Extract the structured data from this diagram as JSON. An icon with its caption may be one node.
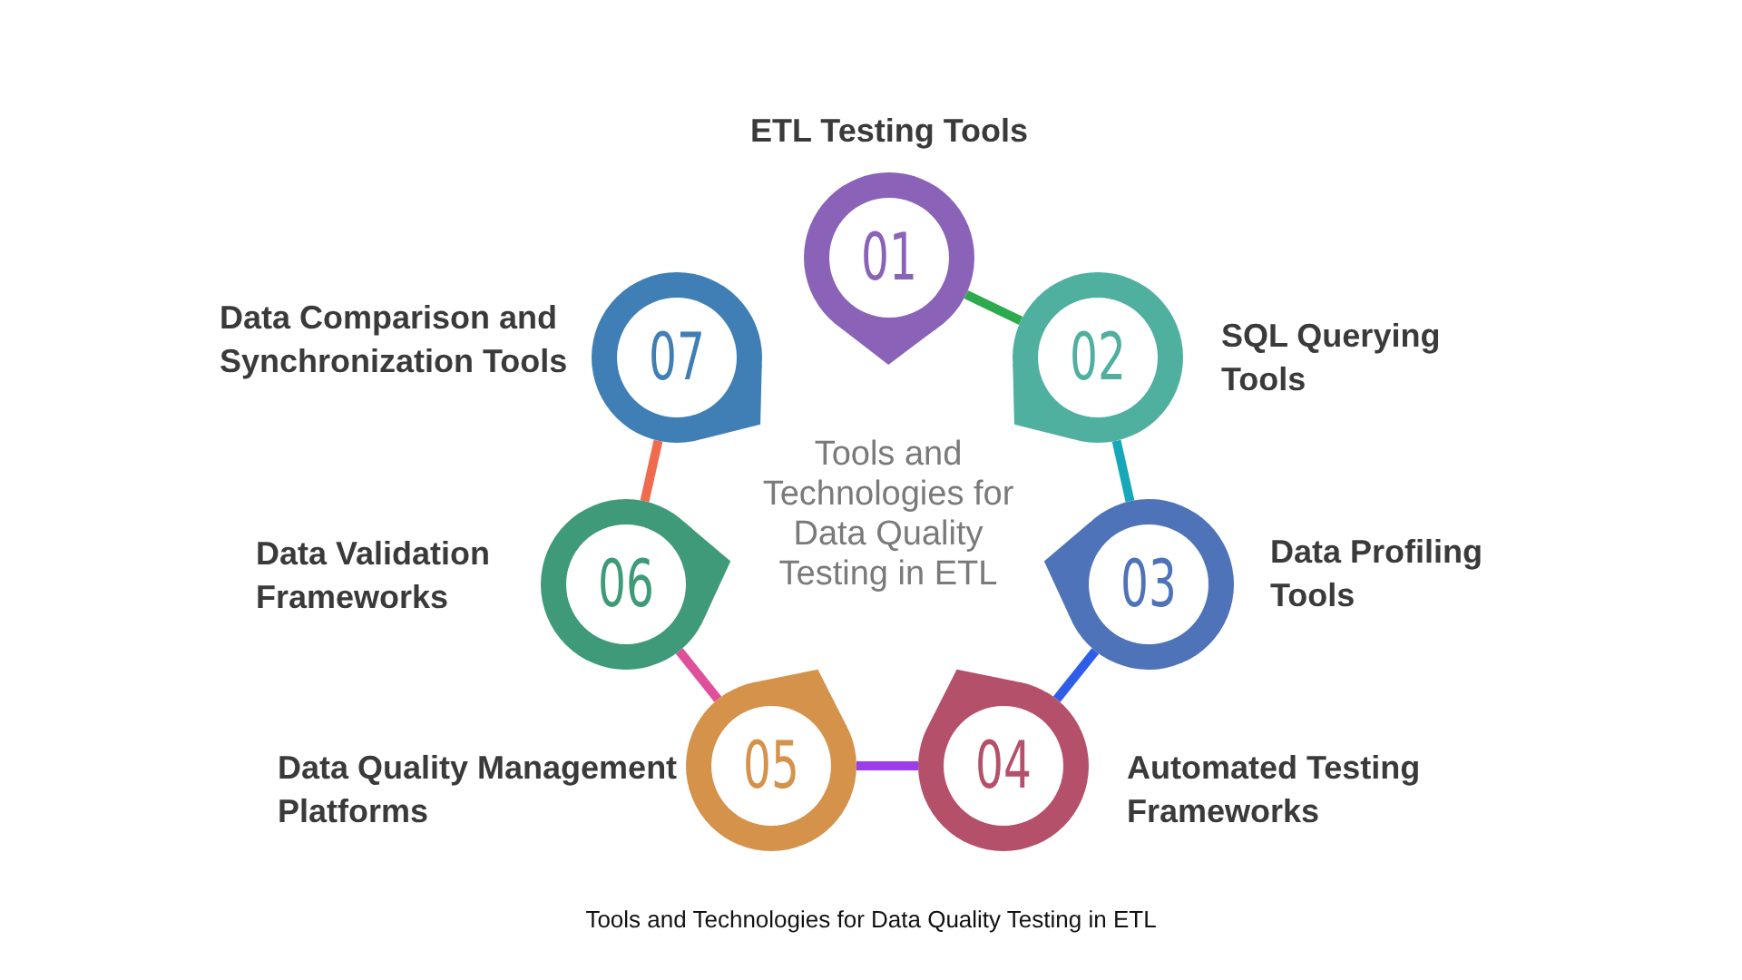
{
  "diagram": {
    "title": "Tools and Technologies for Data Quality Testing in ETL",
    "caption": "Tools and Technologies for Data Quality Testing in ETL",
    "nodes": [
      {
        "text": [
          "01"
        ],
        "beside": [
          "ETL Testing Tools"
        ]
      },
      {
        "text": [
          "02"
        ],
        "beside": [
          "SQL Querying Tools"
        ]
      },
      {
        "text": [
          "03"
        ],
        "beside": [
          "Data Profiling Tools"
        ]
      },
      {
        "text": [
          "04"
        ],
        "beside": [
          "Automated Testing Frameworks"
        ]
      },
      {
        "text": [
          "05"
        ],
        "beside": [
          "Data Quality Management Platforms"
        ]
      },
      {
        "text": [
          "06"
        ],
        "beside": [
          "Data Validation Frameworks"
        ]
      },
      {
        "text": [
          "07"
        ],
        "beside": [
          "Data Comparison and Synchronization Tools"
        ]
      }
    ],
    "edges": [
      {
        "from": 0,
        "to": 1,
        "arrow": "none",
        "color": "#2eaa4e"
      },
      {
        "from": 1,
        "to": 2,
        "arrow": "none",
        "color": "#16a8b8"
      },
      {
        "from": 2,
        "to": 3,
        "arrow": "none",
        "color": "#2f5de8"
      },
      {
        "from": 3,
        "to": 4,
        "arrow": "none",
        "color": "#9b3ee8"
      },
      {
        "from": 4,
        "to": 5,
        "arrow": "none",
        "color": "#e0509a"
      },
      {
        "from": 5,
        "to": 6,
        "arrow": "none",
        "color": "#f06a4e"
      }
    ]
  }
}
